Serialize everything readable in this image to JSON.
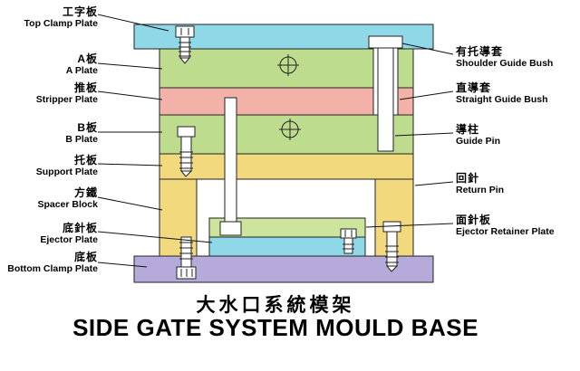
{
  "title": {
    "chinese": "大水口系統模架",
    "english": "SIDE GATE SYSTEM MOULD BASE"
  },
  "labels_left": [
    {
      "zh": "工字板",
      "en": "Top Clamp Plate"
    },
    {
      "zh": "A板",
      "en": "A Plate"
    },
    {
      "zh": "推板",
      "en": "Stripper Plate"
    },
    {
      "zh": "B板",
      "en": "B Plate"
    },
    {
      "zh": "托板",
      "en": "Support Plate"
    },
    {
      "zh": "方鐵",
      "en": "Spacer Block"
    },
    {
      "zh": "底針板",
      "en": "Ejector Plate"
    },
    {
      "zh": "底板",
      "en": "Bottom Clamp Plate"
    }
  ],
  "labels_right": [
    {
      "zh": "有托導套",
      "en": "Shoulder Guide Bush"
    },
    {
      "zh": "直導套",
      "en": "Straight Guide Bush"
    },
    {
      "zh": "導柱",
      "en": "Guide Pin"
    },
    {
      "zh": "回針",
      "en": "Return Pin"
    },
    {
      "zh": "面針板",
      "en": "Ejector Retainer Plate"
    }
  ],
  "colors": {
    "plate_cyan": "#8fd8e8",
    "plate_green": "#bedc8e",
    "plate_pink": "#f2b2a8",
    "plate_yellow": "#f3d97e",
    "plate_purple": "#b6aadb",
    "plate_light_green": "#cde49c",
    "metal_white": "#ffffff",
    "outline": "#222222",
    "background": "#ffffff"
  }
}
